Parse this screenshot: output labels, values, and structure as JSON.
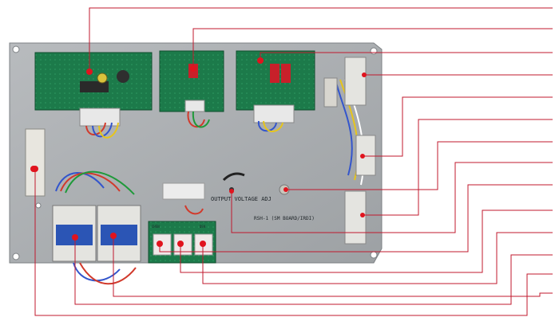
{
  "panel": {
    "label_output_voltage": "OUTPUT VOLTAGE ADJ",
    "label_board": "RSH-1 (SM BOARD/IRDI)",
    "board_marks": [
      "CHEN",
      "DSK"
    ]
  },
  "colors": {
    "callout_line": "#c0192e",
    "callout_dot": "#e0141e",
    "panel": "#a9acaf",
    "pcb": "#1c7a4a",
    "contactor": "#2b55b5"
  }
}
